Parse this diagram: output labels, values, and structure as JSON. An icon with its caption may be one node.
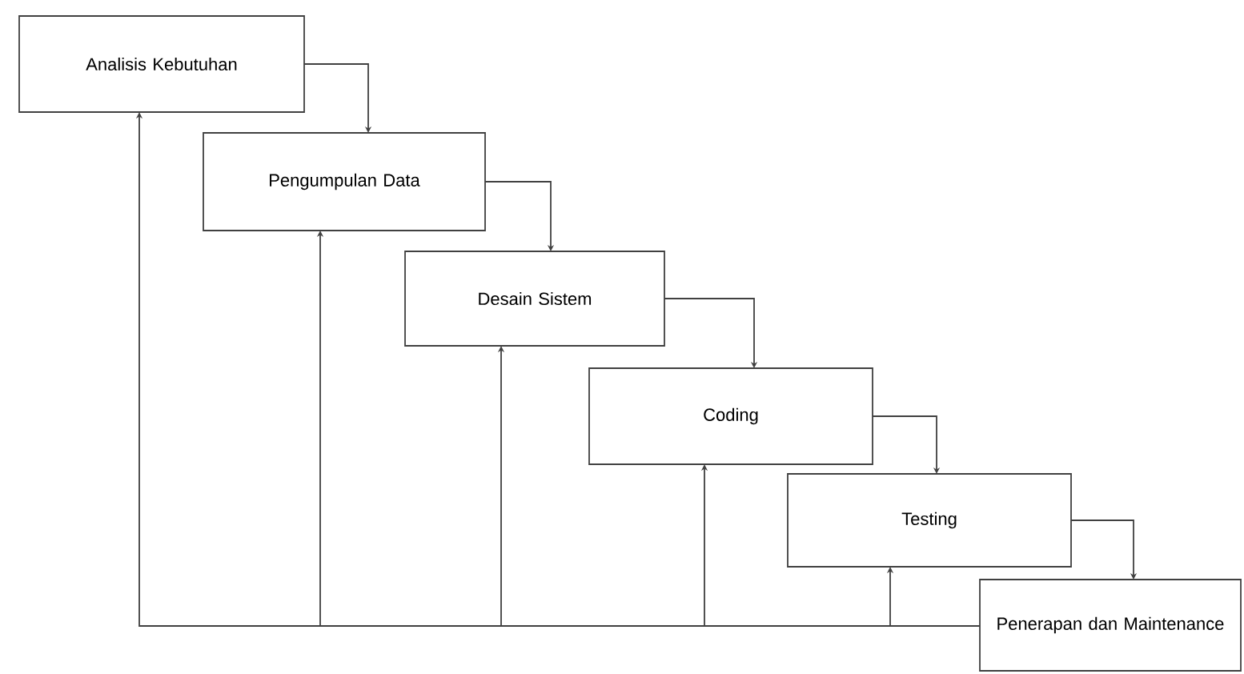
{
  "diagram": {
    "nodes": [
      {
        "text": [
          "Analisis Kebutuhan"
        ]
      },
      {
        "text": [
          "Pengumpulan Data"
        ]
      },
      {
        "text": [
          "Desain Sistem"
        ]
      },
      {
        "text": [
          "Coding"
        ]
      },
      {
        "text": [
          "Testing"
        ]
      },
      {
        "text": [
          "Penerapan dan Maintenance"
        ]
      }
    ],
    "edges": [
      {
        "from": 0,
        "to": 1,
        "arrow": "to"
      },
      {
        "from": 1,
        "to": 2,
        "arrow": "to"
      },
      {
        "from": 2,
        "to": 3,
        "arrow": "to"
      },
      {
        "from": 3,
        "to": 4,
        "arrow": "to"
      },
      {
        "from": 4,
        "to": 5,
        "arrow": "to"
      },
      {
        "from": 5,
        "to": 0,
        "arrow": "to"
      },
      {
        "from": 5,
        "to": 1,
        "arrow": "to"
      },
      {
        "from": 5,
        "to": 2,
        "arrow": "to"
      },
      {
        "from": 5,
        "to": 3,
        "arrow": "to"
      },
      {
        "from": 5,
        "to": 4,
        "arrow": "to"
      }
    ]
  }
}
